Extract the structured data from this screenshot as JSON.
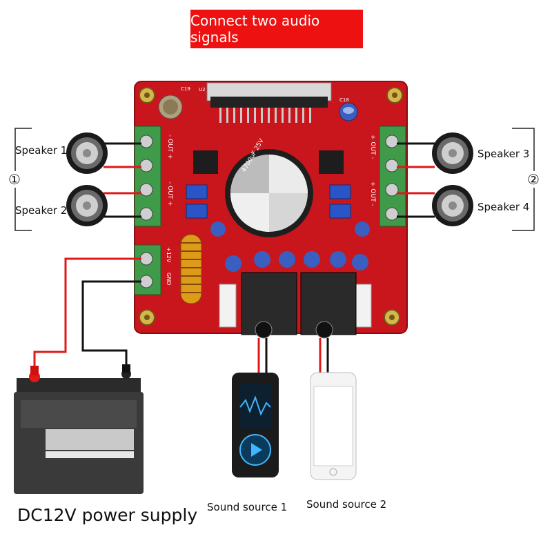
{
  "title": "Connect two audio signals",
  "labels": {
    "speaker1": "Speaker 1",
    "speaker2": "Speaker 2",
    "speaker3": "Speaker 3",
    "speaker4": "Speaker 4",
    "group1": "①",
    "group2": "②",
    "source1": "Sound source 1",
    "source2": "Sound source 2",
    "power": "DC12V power supply"
  },
  "board_marks": {
    "out_left_top": "- OUT +",
    "out_left_bottom": "- OUT +",
    "out_right_top": "+ OUT -",
    "out_right_bottom": "+ OUT -",
    "power_plus": "+12V",
    "power_gnd": "GND",
    "cap_big": "4700uF 25V",
    "c19": "C19",
    "u2": "U2",
    "c18": "C18"
  },
  "colors": {
    "banner": "#ee1111",
    "board": "#c8161c",
    "terminal": "#3f9a4a",
    "wire_red": "#e01818",
    "wire_black": "#111111"
  }
}
